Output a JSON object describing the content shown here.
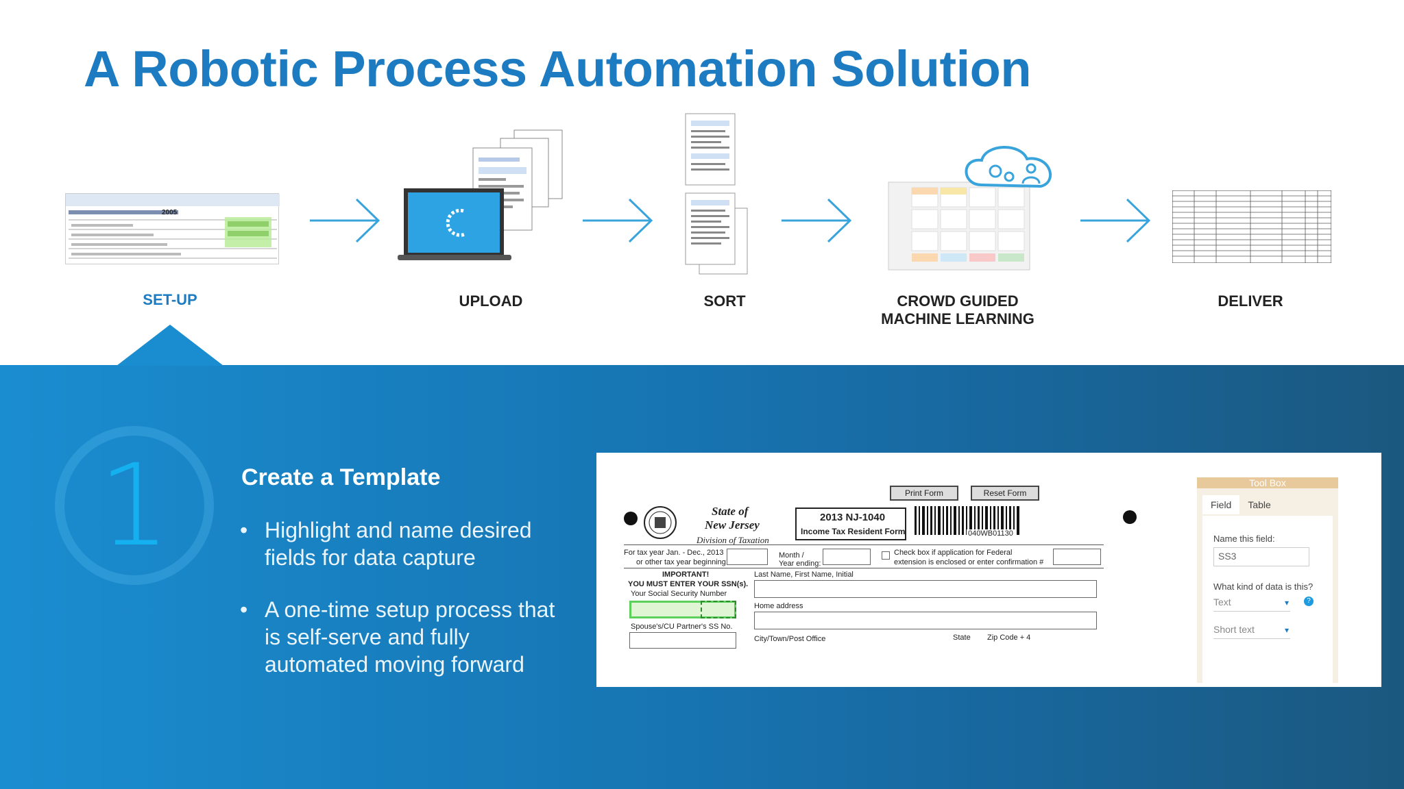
{
  "title": "A Robotic Process Automation Solution",
  "steps": [
    {
      "label": "SET-UP",
      "active": true
    },
    {
      "label": "UPLOAD",
      "active": false
    },
    {
      "label": "SORT",
      "active": false
    },
    {
      "label_line1": "CROWD GUIDED",
      "label_line2": "MACHINE LEARNING",
      "active": false
    },
    {
      "label": "DELIVER",
      "active": false
    }
  ],
  "step_number": "1",
  "section_heading": "Create a Template",
  "bullets": [
    "Highlight and name desired fields for data capture",
    "A one-time setup process that is self-serve and fully automated moving forward"
  ],
  "bullet_glyph": "•",
  "screenshot": {
    "form": {
      "print_button": "Print Form",
      "reset_button": "Reset Form",
      "state_line1": "State of",
      "state_line2": "New Jersey",
      "division": "Division of Taxation",
      "form_id_line1": "2013 NJ-1040",
      "form_id_line2": "Income Tax Resident Form",
      "barcode_text": "040WB01130",
      "tax_year": "For tax year Jan. - Dec., 2013",
      "other_year": "or other tax year beginning:",
      "month": "Month /",
      "year_ending": "Year ending:",
      "federal_check": "Check box if application for Federal",
      "federal_check2": "extension is enclosed or enter confirmation #",
      "important": "IMPORTANT!",
      "must_enter": "YOU MUST ENTER YOUR SSN(s).",
      "your_ssn": "Your Social Security Number",
      "spouse_ssn": "Spouse's/CU Partner's SS No.",
      "name_line": "Last Name, First Name, Initial",
      "home_address": "Home address",
      "city": "City/Town/Post Office",
      "state": "State",
      "zip": "Zip Code + 4"
    },
    "toolbox": {
      "title": "Tool Box",
      "tab_field": "Field",
      "tab_table": "Table",
      "name_label": "Name this field:",
      "name_value": "SS3",
      "kind_label": "What kind of data is this?",
      "kind_value": "Text",
      "sub_value": "Short text"
    }
  },
  "colors": {
    "accent": "#1d7cc1",
    "panel_left": "#1a8dd0",
    "panel_right": "#1b587f",
    "big_number": "#15b0f0"
  }
}
